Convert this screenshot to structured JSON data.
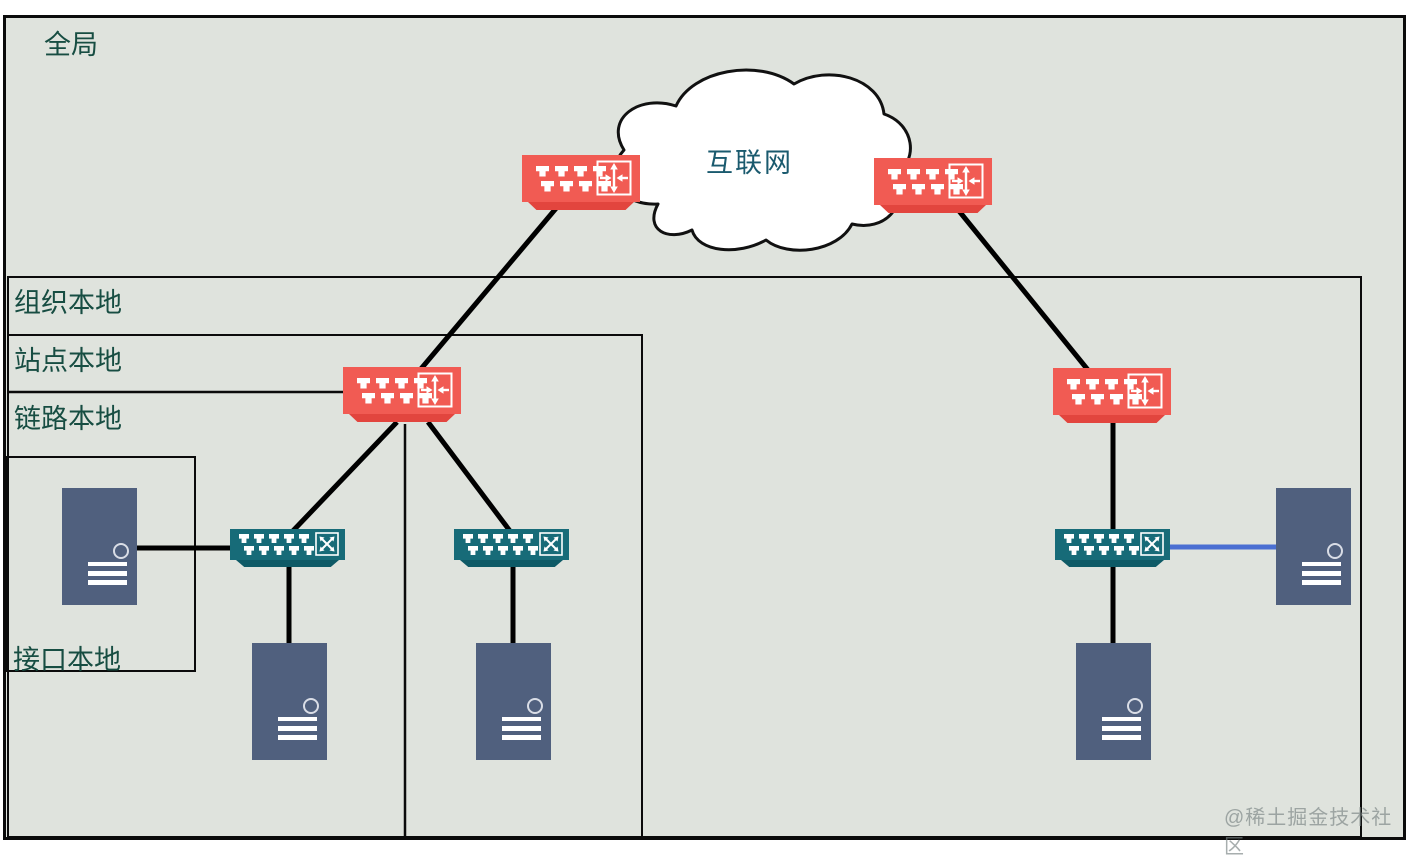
{
  "diagram": {
    "type": "network-topology",
    "scopes": {
      "global": "全局",
      "org_local": "组织本地",
      "site_local": "站点本地",
      "link_local": "链路本地",
      "interface_local": "接口本地"
    },
    "cloud": {
      "label": "互联网"
    },
    "watermark": "@稀土掘金技术社区",
    "colors": {
      "background": "#dfe3dd",
      "router": "#f15b53",
      "router_base": "#e2453e",
      "switch": "#176b78",
      "switch_base": "#0e5a66",
      "server": "#50607e",
      "scope_label_text": "#174d42",
      "cloud_label_text": "#1a5a6e",
      "connection_line": "#000000",
      "ethernet_link_blue": "#4a6fd2",
      "cloud_fill": "#ffffff"
    },
    "devices": [
      {
        "id": "router-internet-left",
        "type": "router",
        "icon": "router-arrows-icon"
      },
      {
        "id": "router-internet-right",
        "type": "router",
        "icon": "router-arrows-icon"
      },
      {
        "id": "router-site-left",
        "type": "router",
        "icon": "router-arrows-icon"
      },
      {
        "id": "router-org-right",
        "type": "router",
        "icon": "router-arrows-icon"
      },
      {
        "id": "switch-left-1",
        "type": "switch",
        "icon": "switch-crossed-arrows-icon"
      },
      {
        "id": "switch-left-2",
        "type": "switch",
        "icon": "switch-crossed-arrows-icon"
      },
      {
        "id": "switch-right",
        "type": "switch",
        "icon": "switch-crossed-arrows-icon"
      },
      {
        "id": "server-interface-local",
        "type": "server"
      },
      {
        "id": "server-left-1",
        "type": "server"
      },
      {
        "id": "server-left-2",
        "type": "server"
      },
      {
        "id": "server-right-bottom",
        "type": "server"
      },
      {
        "id": "server-right-far",
        "type": "server"
      }
    ]
  }
}
